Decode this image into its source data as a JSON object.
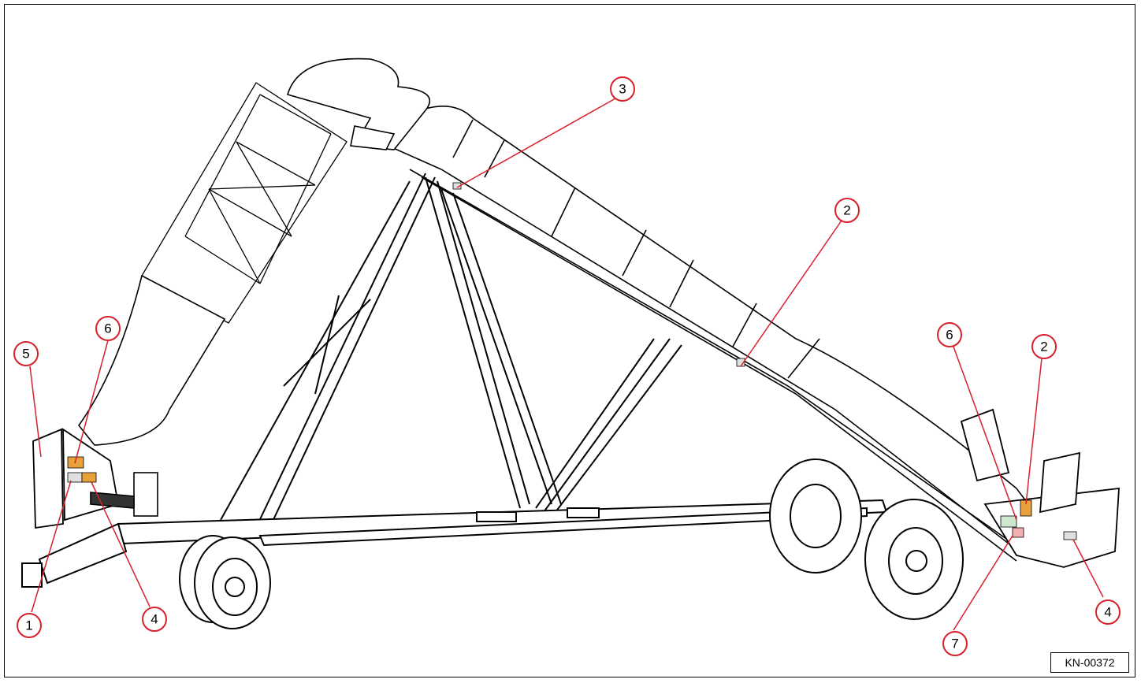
{
  "figure": {
    "reference_code": "KN-00372",
    "callout_color": "#d6202a"
  },
  "callouts": [
    {
      "id": "c3",
      "label": "3"
    },
    {
      "id": "c2-upper",
      "label": "2"
    },
    {
      "id": "c6-left",
      "label": "6"
    },
    {
      "id": "c5",
      "label": "5"
    },
    {
      "id": "c1",
      "label": "1"
    },
    {
      "id": "c4-left",
      "label": "4"
    },
    {
      "id": "c6-right",
      "label": "6"
    },
    {
      "id": "c2-right",
      "label": "2"
    },
    {
      "id": "c4-right",
      "label": "4"
    },
    {
      "id": "c7",
      "label": "7"
    }
  ]
}
